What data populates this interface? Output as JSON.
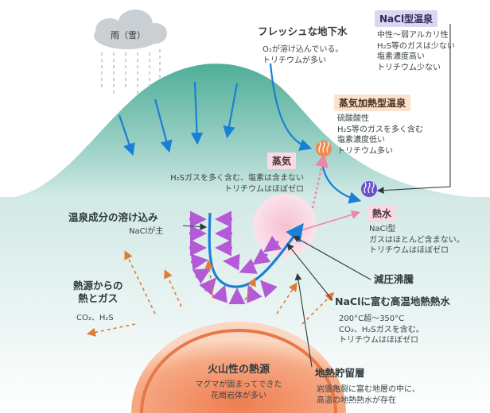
{
  "cloud": {
    "label": "雨（雪）"
  },
  "fresh_groundwater": {
    "title": "フレッシュな地下水",
    "lines": [
      "O₂が溶け込んでいる。",
      "トリチウムが多い"
    ]
  },
  "nacl_spring": {
    "title": "NaCl型温泉",
    "lines": [
      "中性〜弱アルカリ性",
      "H₂S等のガスは少ない",
      "塩素濃度高い",
      "トリチウム少ない"
    ]
  },
  "steam_spring": {
    "title": "蒸気加熱型温泉",
    "lines": [
      "硫酸酸性",
      "H₂S等のガスを多く含む",
      "塩素濃度低い",
      "トリチウム多い"
    ]
  },
  "steam_tag": "蒸気",
  "mountain_note": [
    "H₂Sガスを多く含む、塩素は含まない",
    "トリチウムはほぼゼロ"
  ],
  "hot_water": {
    "title": "熱水",
    "lines": [
      "NaCl型",
      "ガスはほとんど含まない。",
      "トリチウムはほぼゼロ"
    ]
  },
  "dissolution": {
    "title": "温泉成分の溶け込み",
    "sub": "NaClが主"
  },
  "decompression": "減圧沸騰",
  "nacl_geothermal": {
    "title": "NaClに富む高温地熱熱水",
    "lines": [
      "200°C超〜350°C",
      "CO₂、H₂Sガスを含む。",
      "トリチウムはほぼゼロ"
    ]
  },
  "heat_source_text": {
    "title": [
      "熱源からの",
      "熱とガス"
    ],
    "sub": "CO₂、H₂S"
  },
  "volcanic_source": {
    "title": "火山性の熱源",
    "lines": [
      "マグマが固まってできた",
      "花崗岩体が多い"
    ]
  },
  "reservoir": {
    "title": "地熱貯留層",
    "lines": [
      "岩盤亀裂に富む地層の中に、",
      "高温の地熱熱水が存在"
    ]
  },
  "icons": [
    "cloud-icon",
    "rain-icon",
    "onsen-icon"
  ],
  "colors": {
    "mountain": "#5fb8a3",
    "ground": "#d7ebe8",
    "arrow_blue": "#1a7fd6",
    "arrow_purple": "#b55ad6",
    "arrow_orange": "#e07b3a",
    "magma": "#f29a6b",
    "steam_pink": "#ef86a5"
  }
}
